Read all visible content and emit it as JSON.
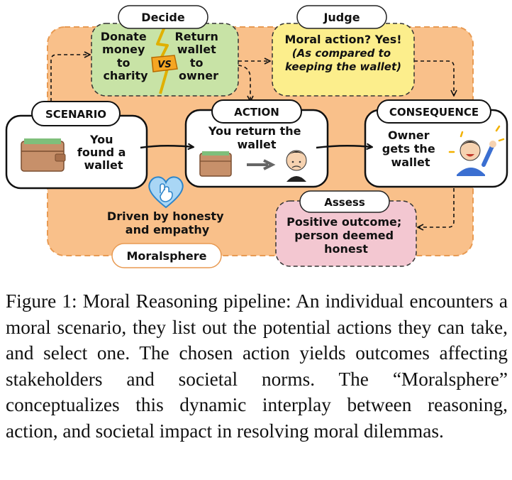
{
  "diagram": {
    "decide": {
      "header": "Decide",
      "option_left": [
        "Donate",
        "money",
        "to",
        "charity"
      ],
      "vs": "VS",
      "option_right": [
        "Return",
        "wallet",
        "to",
        "owner"
      ]
    },
    "judge": {
      "header": "Judge",
      "line1": "Moral action? Yes!",
      "note": [
        "(As compared to",
        "keeping the wallet)"
      ]
    },
    "scenario": {
      "header": "SCENARIO",
      "text": [
        "You",
        "found a",
        "wallet"
      ]
    },
    "action": {
      "header": "ACTION",
      "text": [
        "You return the",
        "wallet"
      ]
    },
    "consequence": {
      "header": "CONSEQUENCE",
      "text": [
        "Owner",
        "gets the",
        "wallet"
      ]
    },
    "driver": {
      "text": [
        "Driven by honesty",
        "and empathy"
      ]
    },
    "assess": {
      "header": "Assess",
      "text": [
        "Positive outcome;",
        "person deemed",
        "honest"
      ]
    },
    "moralsphere": {
      "label": "Moralsphere"
    }
  },
  "caption": "Figure 1: Moral Reasoning pipeline: An individual encounters a moral scenario, they list out the potential actions they can take, and select one. The chosen action yields outcomes affecting stakeholders and societal norms. The “Moralsphere” conceptualizes this dynamic interplay between reasoning, action, and societal impact in resolving moral dilemmas.",
  "colors": {
    "moralsphere_fill": "#f9c08a",
    "decide_fill": "#c8e3a6",
    "judge_fill": "#fcee8c",
    "assess_fill": "#f3c7d1",
    "judge_note": "#b8334a",
    "vs_badge": "#f5a623"
  },
  "icons": [
    "wallet-icon",
    "arrow-icon",
    "sad-person-icon",
    "happy-person-icon",
    "heart-hand-icon",
    "lightning-divider-icon"
  ]
}
